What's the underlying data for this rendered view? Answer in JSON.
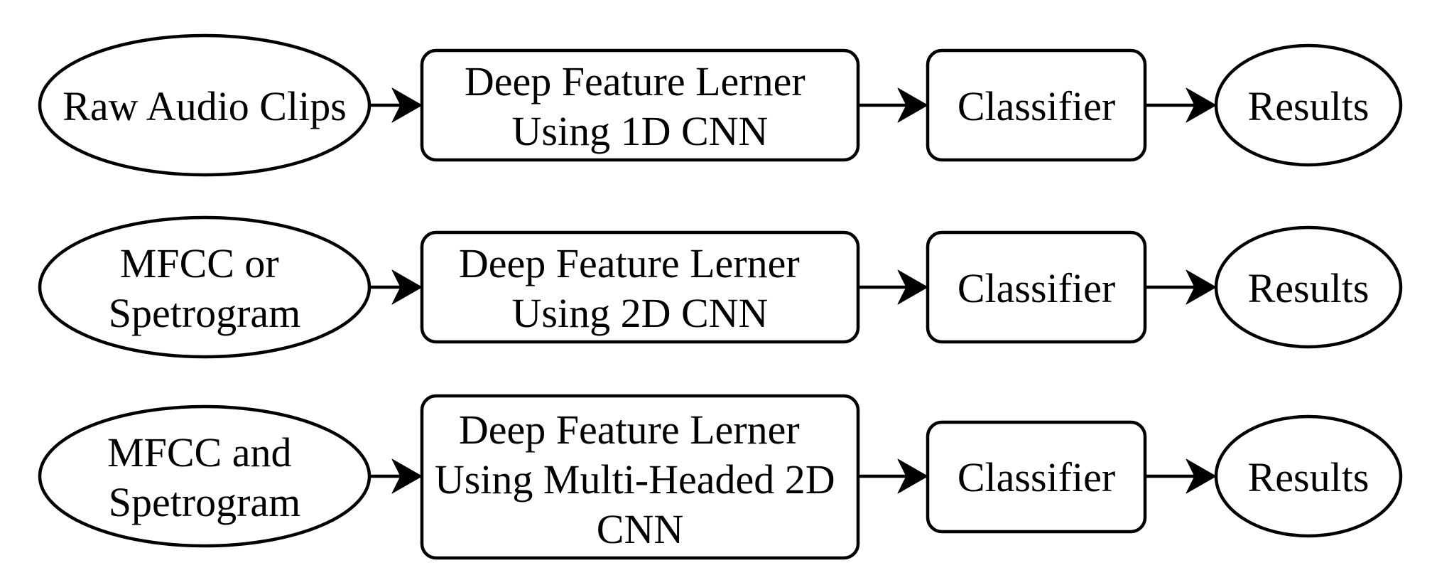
{
  "rows": [
    {
      "input": {
        "lines": [
          "Raw Audio Clips"
        ]
      },
      "learner": {
        "lines": [
          "Deep Feature Lerner",
          "Using 1D CNN"
        ]
      },
      "classifier": {
        "lines": [
          "Classifier"
        ]
      },
      "results": {
        "lines": [
          "Results"
        ]
      }
    },
    {
      "input": {
        "lines": [
          "MFCC or",
          "Spetrogram"
        ]
      },
      "learner": {
        "lines": [
          "Deep Feature Lerner",
          "Using 2D CNN"
        ]
      },
      "classifier": {
        "lines": [
          "Classifier"
        ]
      },
      "results": {
        "lines": [
          "Results"
        ]
      }
    },
    {
      "input": {
        "lines": [
          "MFCC and",
          "Spetrogram"
        ]
      },
      "learner": {
        "lines": [
          "Deep Feature Lerner",
          "Using Multi-Headed 2D",
          "CNN"
        ]
      },
      "classifier": {
        "lines": [
          "Classifier"
        ]
      },
      "results": {
        "lines": [
          "Results"
        ]
      }
    }
  ]
}
